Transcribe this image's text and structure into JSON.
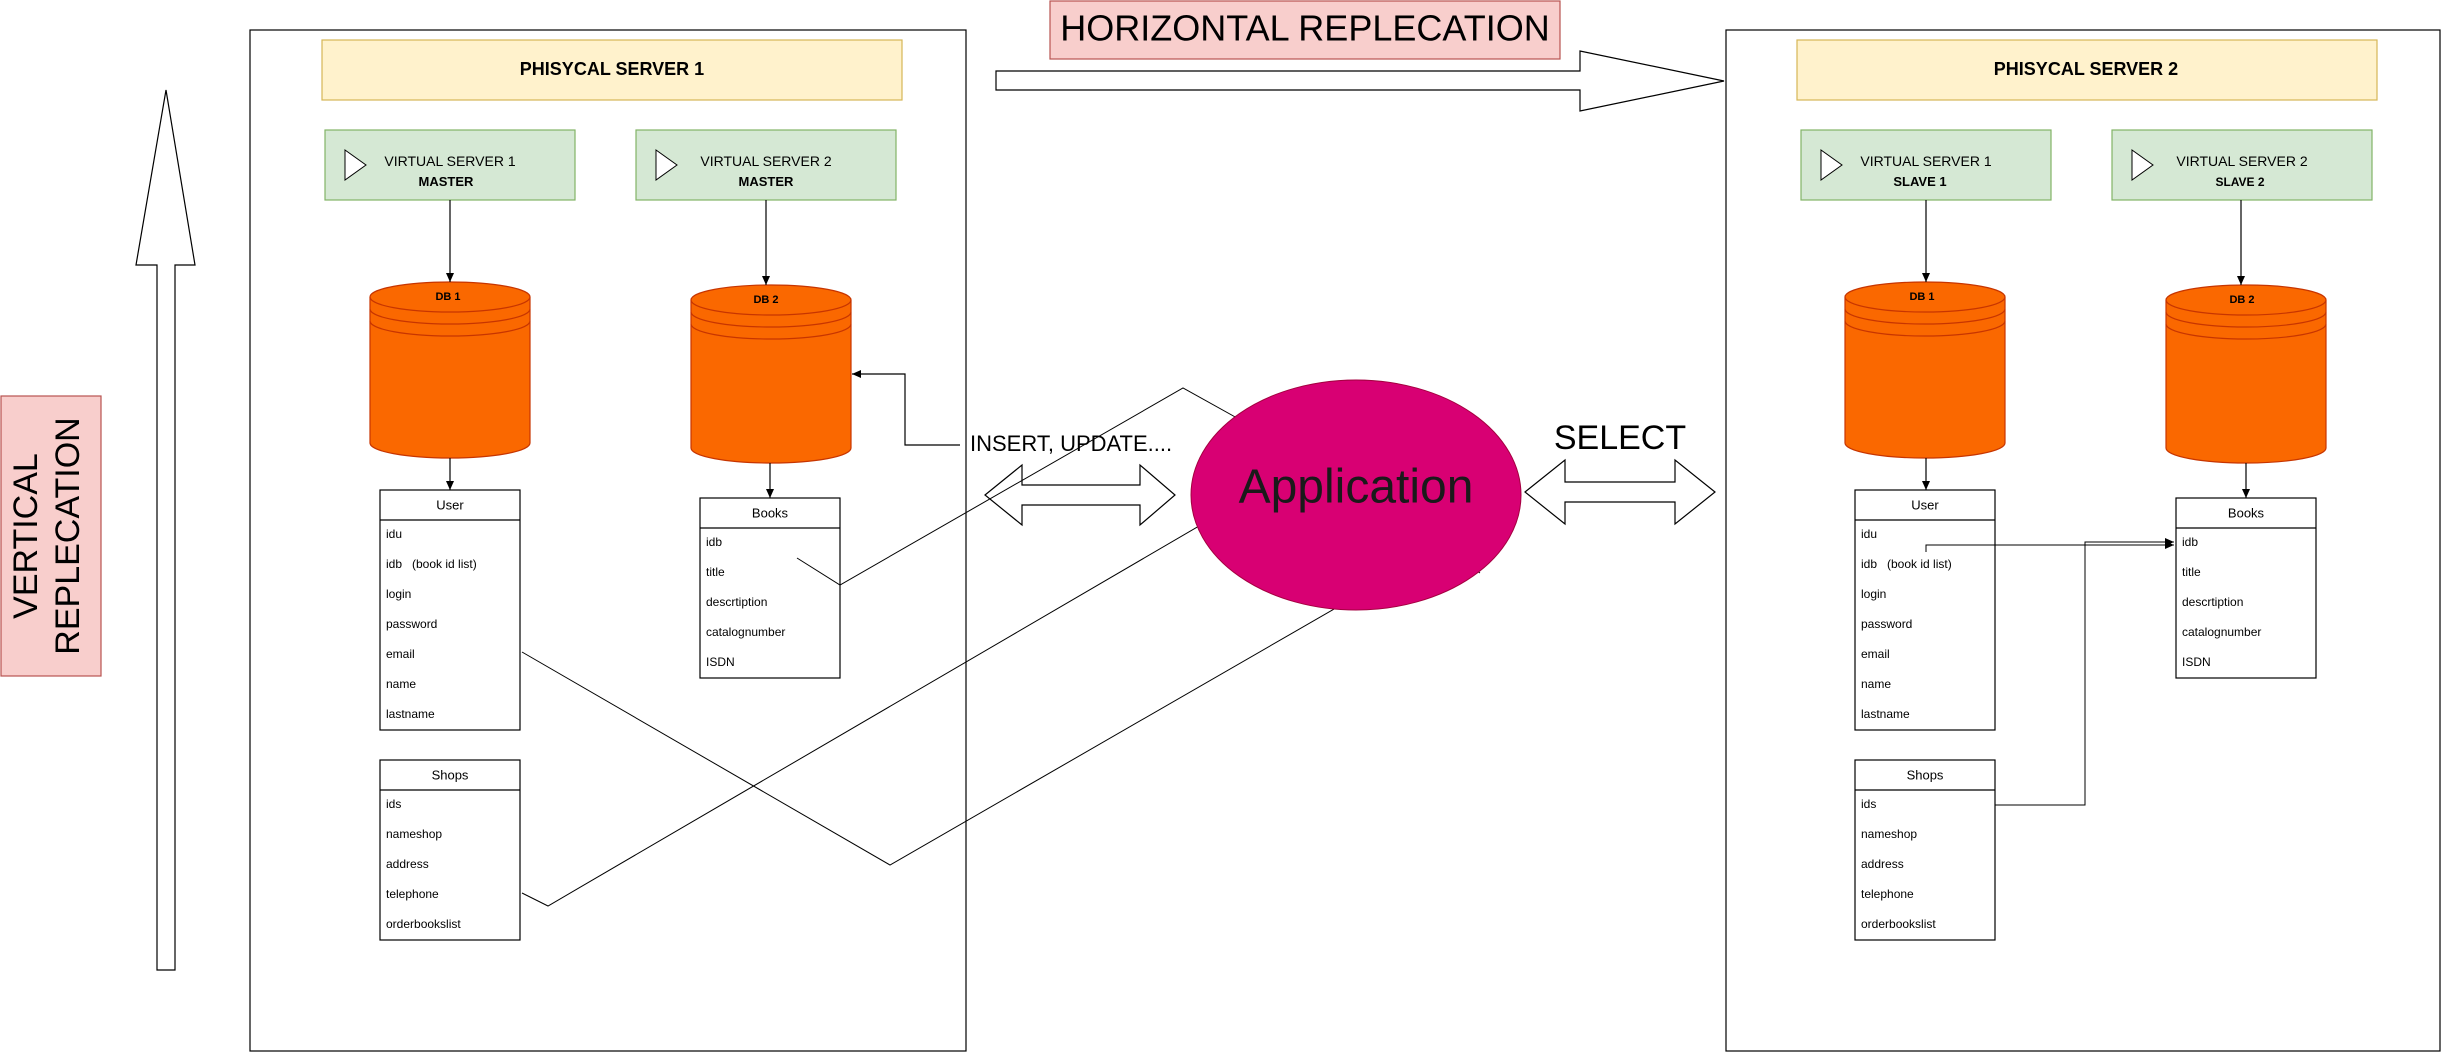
{
  "labels": {
    "horizontal_replication": "HORIZONTAL REPLECATION",
    "vertical_replication_line1": "VERTICAL",
    "vertical_replication_line2": "REPLECATION",
    "application": "Application",
    "insert_update": "INSERT, UPDATE....",
    "select": "SELECT"
  },
  "server1": {
    "title": "PHISYCAL SERVER 1",
    "vs1": {
      "name": "VIRTUAL SERVER 1",
      "role": "MASTER"
    },
    "vs2": {
      "name": "VIRTUAL SERVER 2",
      "role": "MASTER"
    },
    "db1": "DB 1",
    "db2": "DB 2",
    "user_table": {
      "title": "User",
      "fields": [
        "idu",
        "idb   (book id list)",
        "login",
        "password",
        "email",
        "name",
        "lastname"
      ]
    },
    "books_table": {
      "title": "Books",
      "fields": [
        "idb",
        "title",
        "descrtiption",
        "catalognumber",
        "ISDN"
      ]
    },
    "shops_table": {
      "title": "Shops",
      "fields": [
        "ids",
        "nameshop",
        "address",
        "telephone",
        "orderbookslist"
      ]
    }
  },
  "server2": {
    "title": "PHISYCAL SERVER 2",
    "vs1": {
      "name": "VIRTUAL SERVER 1",
      "role": "SLAVE 1"
    },
    "vs2": {
      "name": "VIRTUAL SERVER 2",
      "role": "SLAVE 2"
    },
    "db1": "DB 1",
    "db2": "DB 2",
    "user_table": {
      "title": "User",
      "fields": [
        "idu",
        "idb   (book id list)",
        "login",
        "password",
        "email",
        "name",
        "lastname"
      ]
    },
    "books_table": {
      "title": "Books",
      "fields": [
        "idb",
        "title",
        "descrtiption",
        "catalognumber",
        "ISDN"
      ]
    },
    "shops_table": {
      "title": "Shops",
      "fields": [
        "ids",
        "nameshop",
        "address",
        "telephone",
        "orderbookslist"
      ]
    }
  },
  "colors": {
    "title_fill": "#fff2cc",
    "title_stroke": "#d6b656",
    "vs_fill": "#d5e8d4",
    "vs_stroke": "#82b366",
    "db_fill": "#fa6800",
    "db_stroke": "#c73500",
    "replication_label_fill": "#f8cecc",
    "replication_label_stroke": "#b85450",
    "application_fill": "#d80073"
  }
}
